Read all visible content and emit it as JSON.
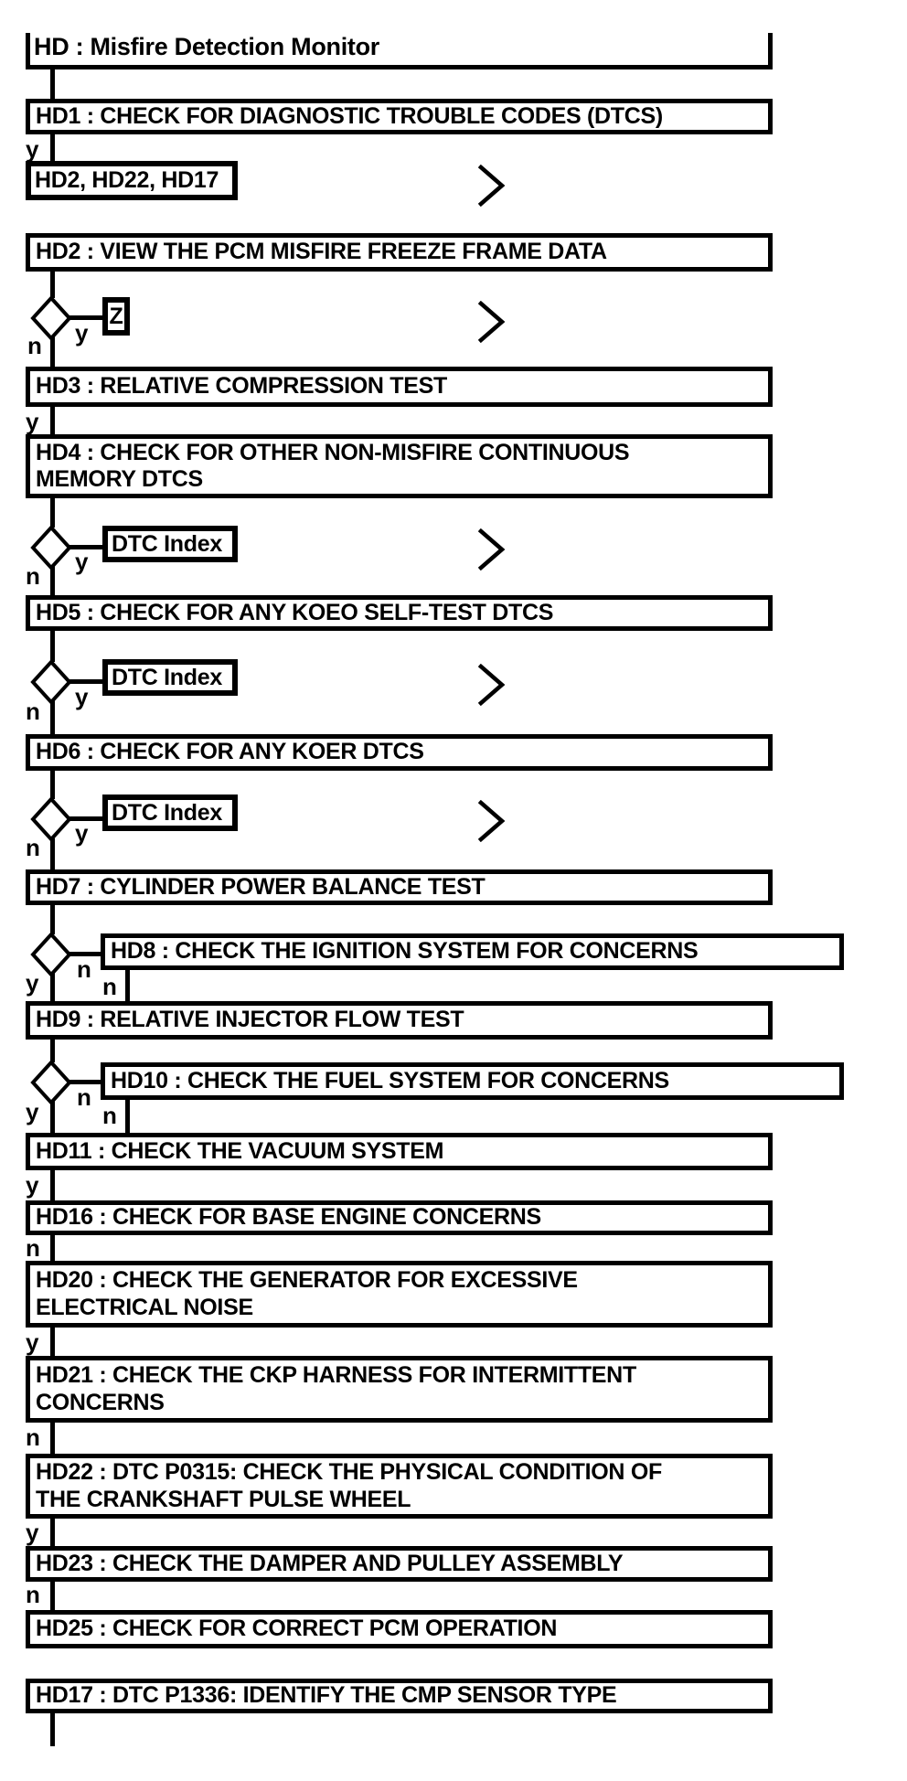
{
  "diagram": {
    "title": "HD : Misfire Detection Monitor",
    "colors": {
      "ink": "#000000",
      "background": "#ffffff"
    },
    "branch_labels": {
      "yes": "y",
      "no": "n"
    },
    "references": {
      "dtc_group": "HD2, HD22, HD17",
      "freeze_frame": "Z",
      "dtc_index": "DTC Index"
    },
    "steps": {
      "hd1": "HD1 : CHECK FOR DIAGNOSTIC TROUBLE CODES (DTCS)",
      "hd2": "HD2 : VIEW THE PCM MISFIRE FREEZE FRAME DATA",
      "hd3": "HD3 : RELATIVE COMPRESSION TEST",
      "hd4": "HD4 : CHECK FOR OTHER NON-MISFIRE CONTINUOUS\nMEMORY DTCS",
      "hd5": "HD5 : CHECK FOR ANY KOEO SELF-TEST DTCS",
      "hd6": "HD6 : CHECK FOR ANY KOER DTCS",
      "hd7": "HD7 : CYLINDER POWER BALANCE TEST",
      "hd8": "HD8 : CHECK THE IGNITION SYSTEM FOR CONCERNS",
      "hd9": "HD9 : RELATIVE INJECTOR FLOW TEST",
      "hd10": "HD10 : CHECK THE FUEL SYSTEM FOR CONCERNS",
      "hd11": "HD11 : CHECK THE VACUUM SYSTEM",
      "hd16": "HD16 : CHECK FOR BASE ENGINE CONCERNS",
      "hd20": "HD20 : CHECK THE GENERATOR FOR EXCESSIVE\nELECTRICAL NOISE",
      "hd21": "HD21 : CHECK THE CKP HARNESS FOR INTERMITTENT\nCONCERNS",
      "hd22": "HD22 : DTC P0315: CHECK THE PHYSICAL CONDITION OF\nTHE CRANKSHAFT PULSE WHEEL",
      "hd23": "HD23 : CHECK THE DAMPER AND PULLEY ASSEMBLY",
      "hd25": "HD25 : CHECK FOR CORRECT PCM OPERATION",
      "hd17": "HD17 : DTC P1336: IDENTIFY THE CMP SENSOR TYPE"
    }
  }
}
